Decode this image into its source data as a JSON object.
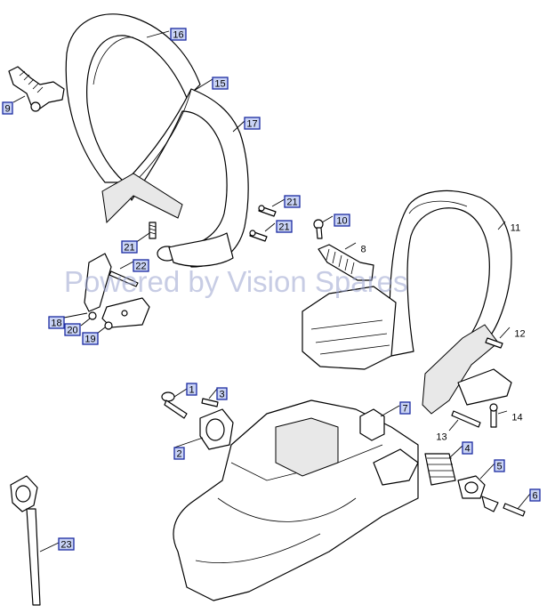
{
  "watermark": "Powered by Vision Spares",
  "callouts": [
    {
      "id": "c1",
      "text": "1",
      "boxed": true
    },
    {
      "id": "c2",
      "text": "2",
      "boxed": true
    },
    {
      "id": "c3",
      "text": "3",
      "boxed": true
    },
    {
      "id": "c4",
      "text": "4",
      "boxed": true
    },
    {
      "id": "c5",
      "text": "5",
      "boxed": true
    },
    {
      "id": "c6",
      "text": "6",
      "boxed": true
    },
    {
      "id": "c7",
      "text": "7",
      "boxed": true
    },
    {
      "id": "c8",
      "text": "8",
      "boxed": false
    },
    {
      "id": "c9",
      "text": "9",
      "boxed": true
    },
    {
      "id": "c10",
      "text": "10",
      "boxed": true
    },
    {
      "id": "c11",
      "text": "11",
      "boxed": false
    },
    {
      "id": "c12",
      "text": "12",
      "boxed": false
    },
    {
      "id": "c13",
      "text": "13",
      "boxed": false
    },
    {
      "id": "c14",
      "text": "14",
      "boxed": false
    },
    {
      "id": "c15",
      "text": "15",
      "boxed": true
    },
    {
      "id": "c16",
      "text": "16",
      "boxed": true
    },
    {
      "id": "c17",
      "text": "17",
      "boxed": true
    },
    {
      "id": "c18",
      "text": "18",
      "boxed": true
    },
    {
      "id": "c19",
      "text": "19",
      "boxed": true
    },
    {
      "id": "c20",
      "text": "20",
      "boxed": true
    },
    {
      "id": "c21a",
      "text": "21",
      "boxed": true
    },
    {
      "id": "c21b",
      "text": "21",
      "boxed": true
    },
    {
      "id": "c21c",
      "text": "21",
      "boxed": true
    },
    {
      "id": "c22",
      "text": "22",
      "boxed": true
    },
    {
      "id": "c23",
      "text": "23",
      "boxed": true
    }
  ]
}
